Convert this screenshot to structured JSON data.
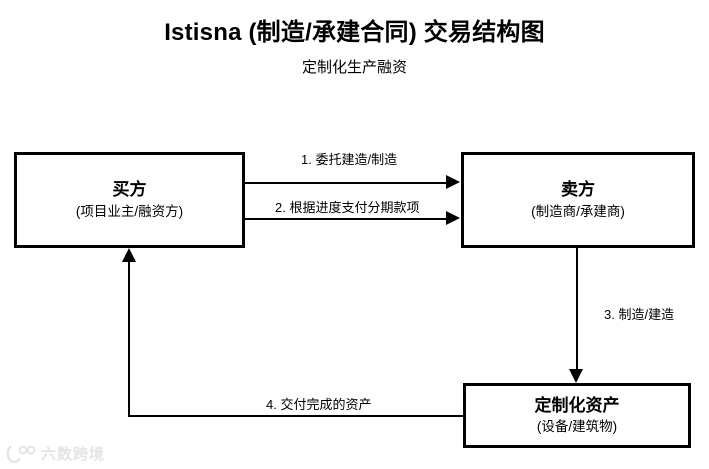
{
  "header": {
    "title": "Istisna (制造/承建合同) 交易结构图",
    "subtitle": "定制化生产融资"
  },
  "nodes": [
    {
      "id": "buyer",
      "title": "买方",
      "subtitle": "(项目业主/融资方)"
    },
    {
      "id": "seller",
      "title": "卖方",
      "subtitle": "(制造商/承建商)"
    },
    {
      "id": "asset",
      "title": "定制化资产",
      "subtitle": "(设备/建筑物)"
    }
  ],
  "edges": [
    {
      "id": "e1",
      "label": "1. 委托建造/制造",
      "from": "buyer",
      "to": "seller"
    },
    {
      "id": "e2",
      "label": "2. 根据进度支付分期款项",
      "from": "buyer",
      "to": "seller"
    },
    {
      "id": "e3",
      "label": "3. 制造/建造",
      "from": "seller",
      "to": "asset"
    },
    {
      "id": "e4",
      "label": "4. 交付完成的资产",
      "from": "asset",
      "to": "buyer"
    }
  ],
  "watermark": {
    "text": "六数跨境",
    "icon": "logo-mark-icon"
  },
  "colors": {
    "background": "#ffffff",
    "stroke": "#000000",
    "text": "#000000",
    "watermark": "#e2e2e2"
  }
}
